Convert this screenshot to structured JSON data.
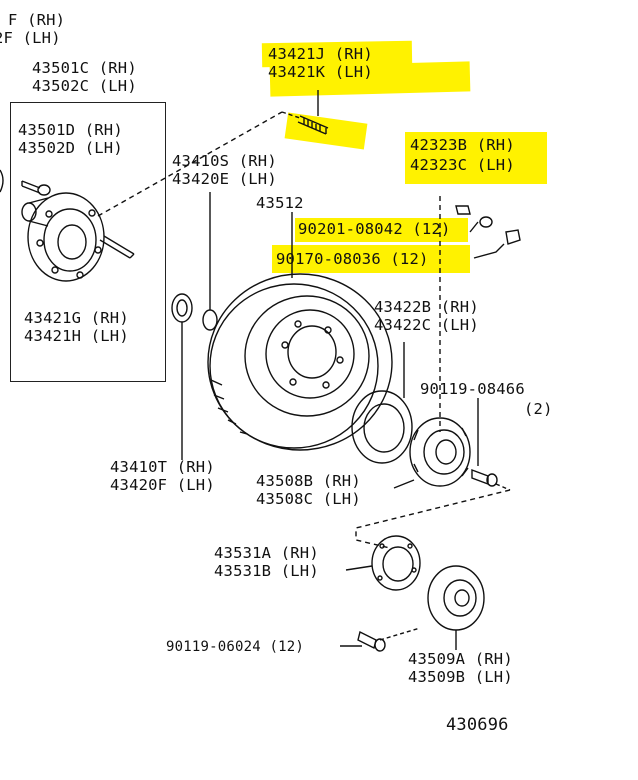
{
  "colors": {
    "highlight": "#fff200",
    "ink": "#111111",
    "paper": "#ffffff"
  },
  "labels": {
    "top_left_rh": "F (RH)",
    "top_left_lh": "2F (LH)",
    "l43501c": "43501C (RH)",
    "l43502c": "43502C (LH)",
    "l43501d": "43501D (RH)",
    "l43502d": "43502D (LH)",
    "l43421g": "43421G (RH)",
    "l43421h": "43421H (LH)",
    "l43421j": "43421J (RH)",
    "l43421k": "43421K (LH)",
    "l43410s": "43410S (RH)",
    "l43420e": "43420E (LH)",
    "l43512": "43512",
    "l42323b": "42323B (RH)",
    "l42323c": "42323C (LH)",
    "l90201": "90201-08042 (12)",
    "l90170": "90170-08036 (12)",
    "l43422b": "43422B (RH)",
    "l43422c": "43422C (LH)",
    "l90119_08466": "90119-08466",
    "l90119_08466_qty": "(2)",
    "l43410t": "43410T (RH)",
    "l43420f": "43420F (LH)",
    "l43508b": "43508B (RH)",
    "l43508c": "43508C (LH)",
    "l43531a": "43531A (RH)",
    "l43531b": "43531B (LH)",
    "l90119_06024": "90119-06024 (12)",
    "l43509a": "43509A (RH)",
    "l43509b": "43509B (LH)",
    "diagram_number": "430696"
  },
  "highlighted_parts": [
    "43421J",
    "43421K",
    "42323B",
    "42323C",
    "90201-08042",
    "90170-08036"
  ]
}
